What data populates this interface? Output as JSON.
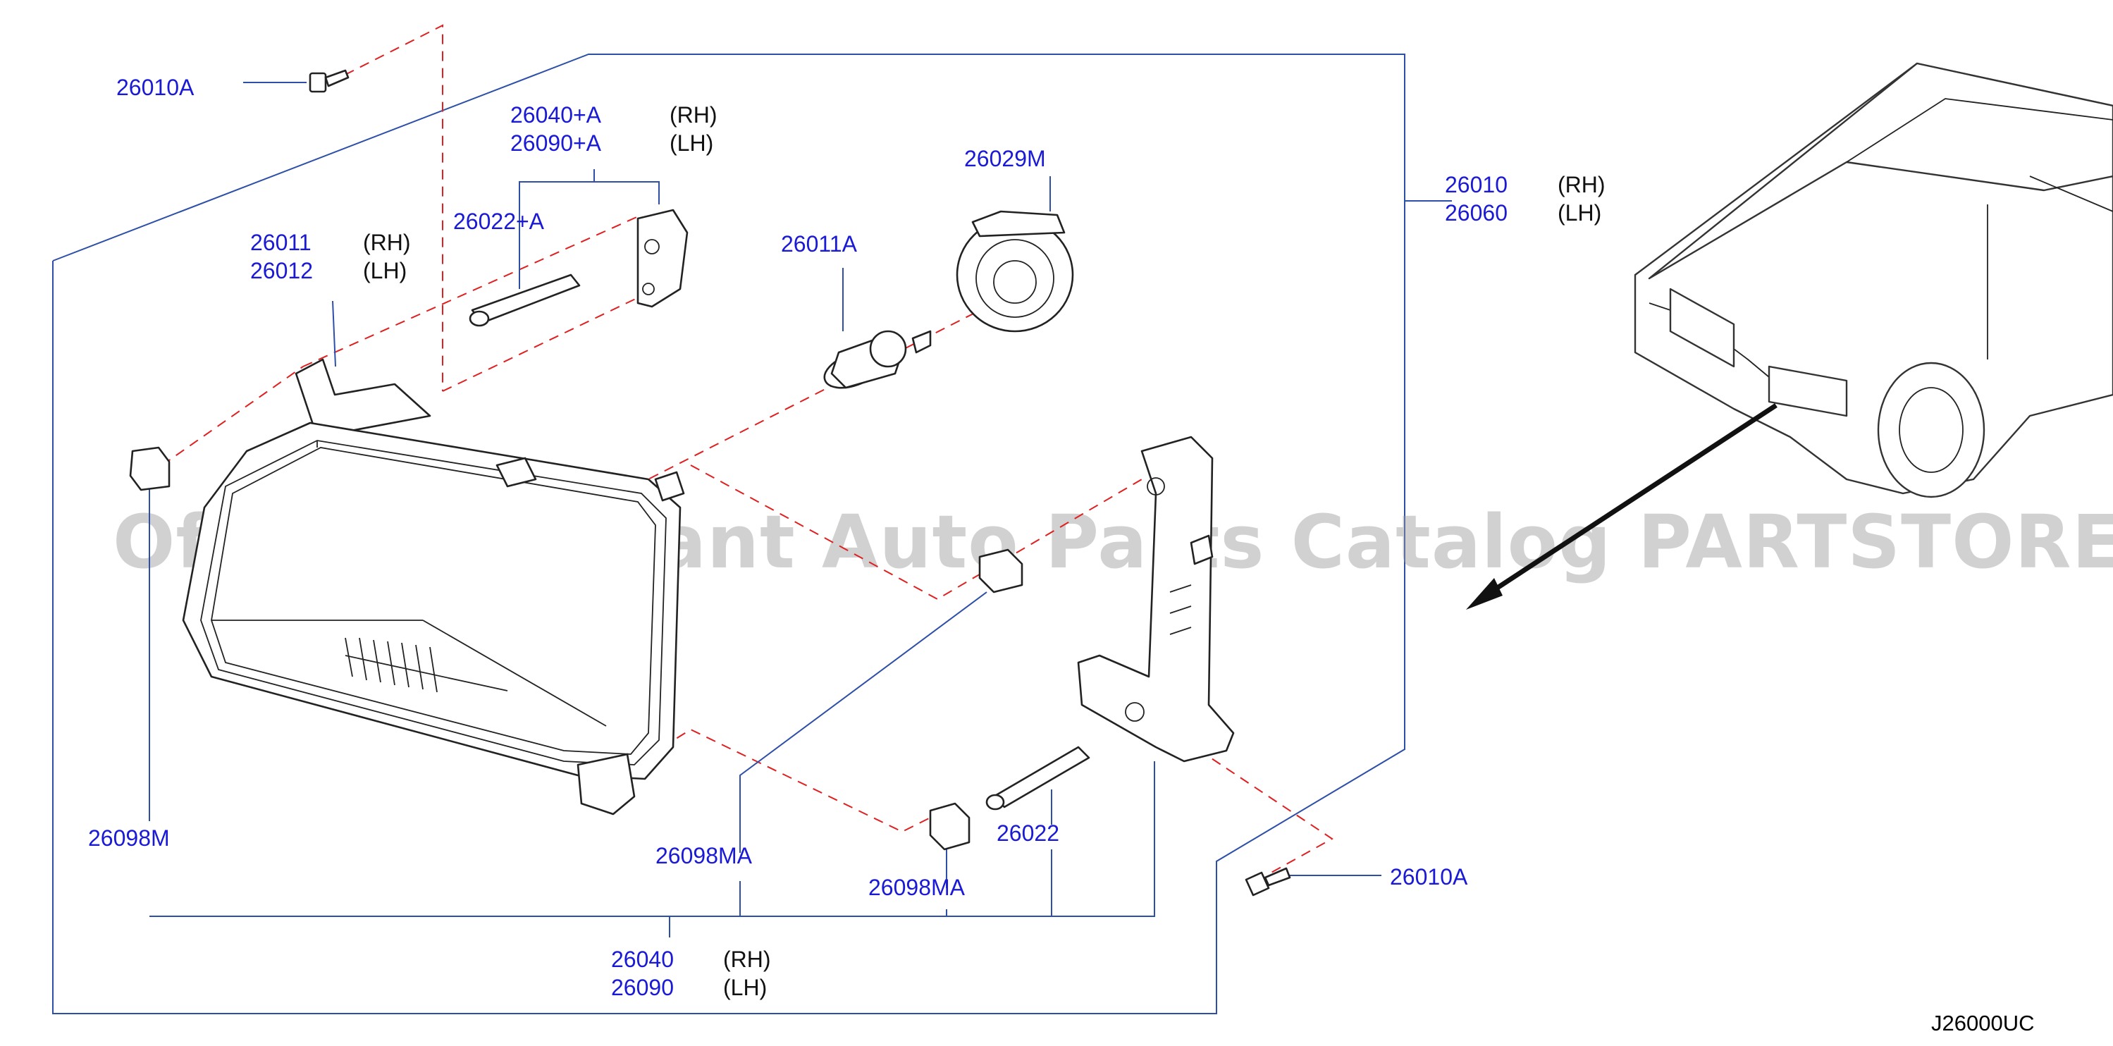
{
  "diagram_code": "J26000UC",
  "watermark": "Offers Merchant Auto Parts Catalog PARTSTORE.SA",
  "colors": {
    "part_number": "#1a1ad6",
    "leader_line": "#2d4fa8",
    "dashed_guide": "#e02020",
    "watermark": "#9a9a9a"
  },
  "callouts": {
    "bolt_top": {
      "part": "26010A"
    },
    "bulb_socket_pin": {
      "rh": "26040+A",
      "lh": "26090+A",
      "rh_side": "(RH)",
      "lh_side": "(LH)"
    },
    "screw_pin": {
      "part": "26022+A"
    },
    "housing_bracket": {
      "rh": "26011",
      "lh": "26012",
      "rh_side": "(RH)",
      "lh_side": "(LH)"
    },
    "bulb": {
      "part": "26011A"
    },
    "retainer_ring": {
      "part": "26029M"
    },
    "headlamp_assy": {
      "rh": "26010",
      "lh": "26060",
      "rh_side": "(RH)",
      "lh_side": "(LH)"
    },
    "clip_left": {
      "part": "26098M"
    },
    "clip_mid": {
      "part": "26098MA"
    },
    "clip_bottom": {
      "part": "26098MA"
    },
    "adjust_screw": {
      "part": "26022"
    },
    "bolt_bottom": {
      "part": "26010A"
    },
    "lamp_unit": {
      "rh": "26040",
      "lh": "26090",
      "rh_side": "(RH)",
      "lh_side": "(LH)"
    }
  }
}
